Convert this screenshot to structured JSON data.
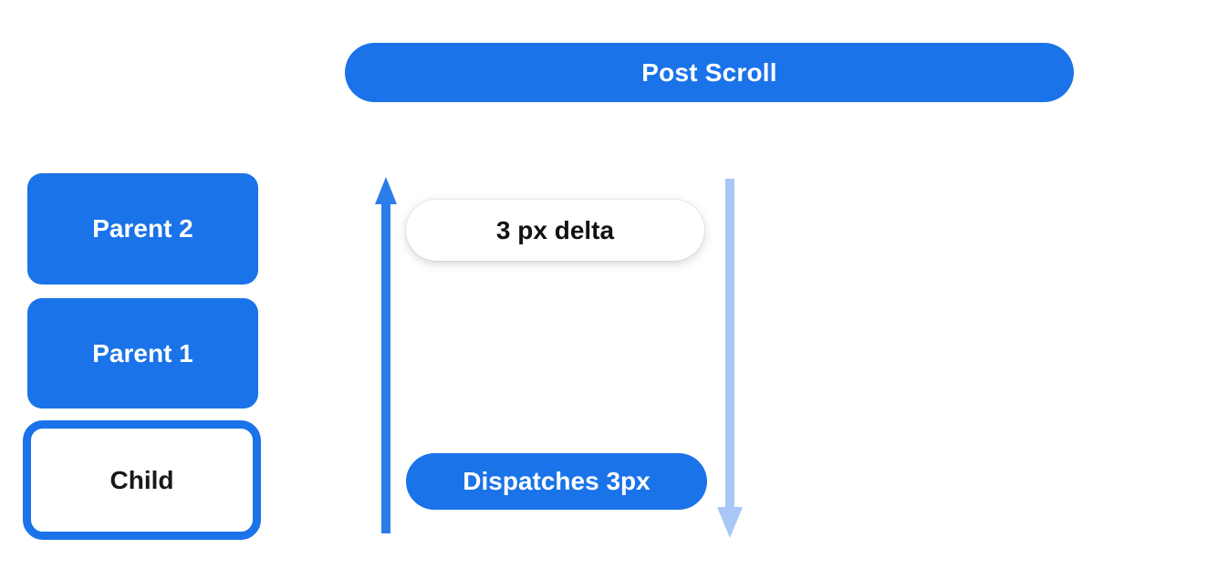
{
  "diagram": {
    "title_pill": {
      "label": "Post Scroll"
    },
    "nodes": [
      {
        "id": "parent-2",
        "label": "Parent 2",
        "variant": "filled"
      },
      {
        "id": "parent-1",
        "label": "Parent 1",
        "variant": "filled"
      },
      {
        "id": "child",
        "label": "Child",
        "variant": "outlined"
      }
    ],
    "annotations": {
      "delta_pill": {
        "label": "3 px delta"
      },
      "dispatch_pill": {
        "label": "Dispatches 3px"
      }
    },
    "arrows": [
      {
        "id": "up-arrow",
        "direction": "up",
        "color": "#2b7de9",
        "meaning": "scroll delta bubbling up"
      },
      {
        "id": "down-arrow",
        "direction": "down",
        "color": "#a8c7f5",
        "meaning": "dispatched scroll going down"
      }
    ],
    "colors": {
      "primary_blue": "#1a73e8",
      "arrow_blue": "#2b7de9",
      "light_blue": "#a8c7f5",
      "background": "#ffffff",
      "text_dark": "#111111",
      "text_light": "#ffffff"
    }
  }
}
